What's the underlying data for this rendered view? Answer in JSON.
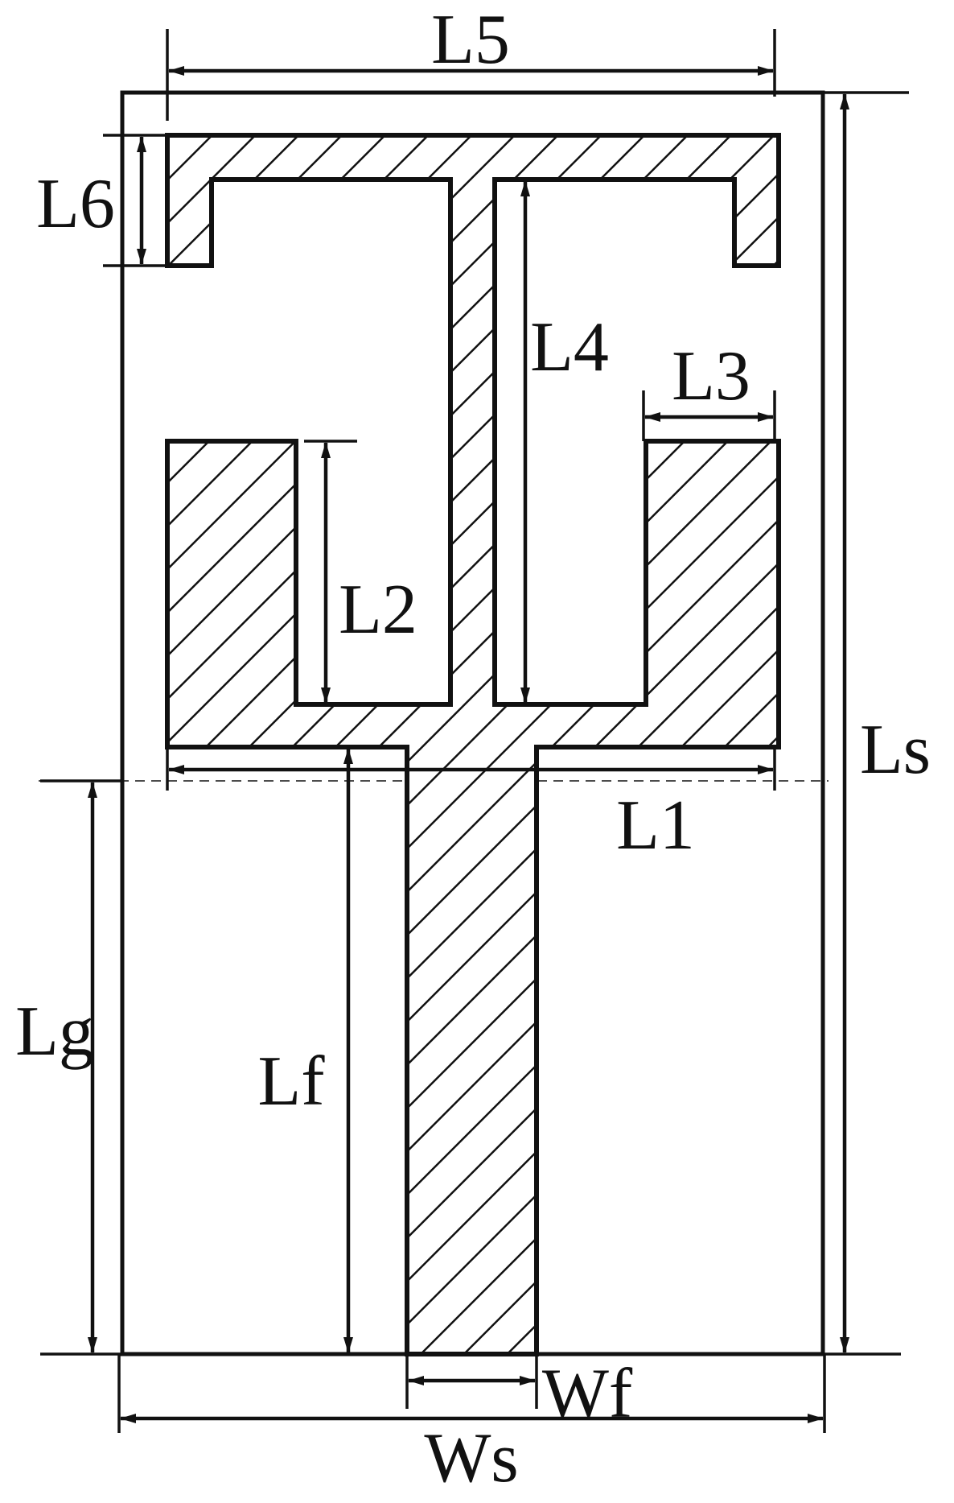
{
  "labels": {
    "L5": "L5",
    "L6": "L6",
    "L4": "L4",
    "L3": "L3",
    "L2": "L2",
    "L1": "L1",
    "Ls": "Ls",
    "Lg": "Lg",
    "Lf": "Lf",
    "Wf": "Wf",
    "Ws": "Ws"
  },
  "colors": {
    "line": "#111111",
    "background": "#ffffff"
  }
}
